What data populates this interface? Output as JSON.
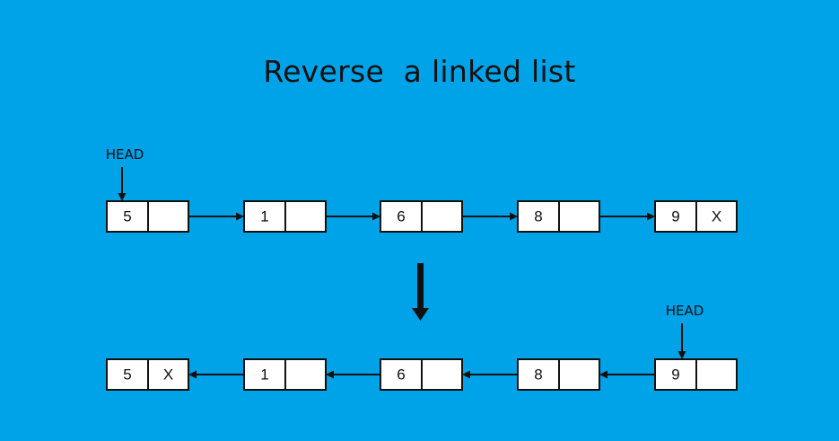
{
  "title": "Reverse  a linked list",
  "colors": {
    "background": "#00a2e8",
    "node_fill": "#ffffff",
    "ink": "#111111"
  },
  "before": {
    "head_label": "HEAD",
    "head_node_index": 0,
    "nodes": [
      {
        "value": "5",
        "next": ""
      },
      {
        "value": "1",
        "next": ""
      },
      {
        "value": "6",
        "next": ""
      },
      {
        "value": "8",
        "next": ""
      },
      {
        "value": "9",
        "next": "X"
      }
    ],
    "link_direction": "right"
  },
  "transition_arrow": "down-arrow-icon",
  "after": {
    "head_label": "HEAD",
    "head_node_index": 4,
    "nodes": [
      {
        "value": "5",
        "next": "X"
      },
      {
        "value": "1",
        "next": ""
      },
      {
        "value": "6",
        "next": ""
      },
      {
        "value": "8",
        "next": ""
      },
      {
        "value": "9",
        "next": ""
      }
    ],
    "link_direction": "left"
  }
}
